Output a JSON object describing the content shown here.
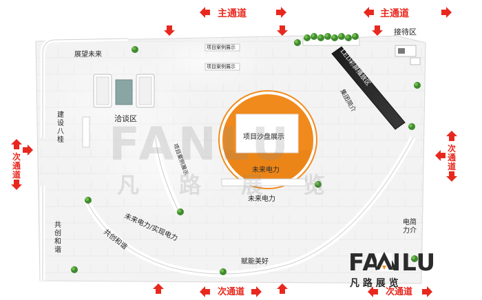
{
  "aisles": {
    "main": "主通道",
    "secondary": "次通道"
  },
  "zones": {
    "reception": "接待区",
    "led_screen": "LED彩屏播放区",
    "group_intro": "集团简介",
    "exhibit_top": "展望未来",
    "case_display_1": "项目案例展示",
    "case_display_2": "项目案例展示",
    "build_ba_gui": "建设八桂",
    "negotiation": "洽谈区",
    "sand_table": "项目沙盘展示",
    "future_power_a": "未来电力",
    "future_power_b": "未来电力",
    "case_display_vertical": "项目案例展示",
    "harmony_left": "共创和谐",
    "harmony_curve": "共创和谐",
    "future_power_long": "未来电力/实现电力",
    "empower": "赋能美好",
    "power_intro": "电力简介"
  },
  "watermark": {
    "latin": "FANLU",
    "chinese": "凡路展览"
  },
  "logo": {
    "latin": "FANLU",
    "chinese": "凡 路 展 览"
  },
  "colors": {
    "arrow_red": "#e8281e",
    "orange": "#f08a1c",
    "floor": "#f2f2f2",
    "dark": "#2b2b2b",
    "plant": "#3f8a2e"
  }
}
